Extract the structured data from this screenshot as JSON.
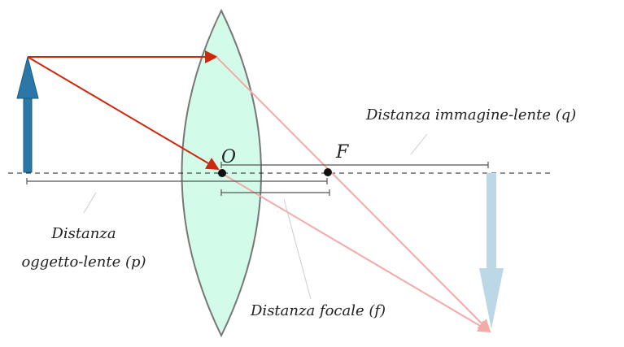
{
  "labels": {
    "optical_center": "O",
    "focal_point": "F",
    "image_distance": "Distanza immagine-lente (q)",
    "object_distance_line1": "Distanza",
    "object_distance_line2": "oggetto-lente (p)",
    "focal_distance": "Distanza focale (f)"
  },
  "colors": {
    "lens_fill": "#d2fbe9",
    "object_arrow": "#2b78a8",
    "image_arrow": "#bcd7e6",
    "ray": "#cc2a10",
    "ray_refracted": "#f4aaa8"
  }
}
